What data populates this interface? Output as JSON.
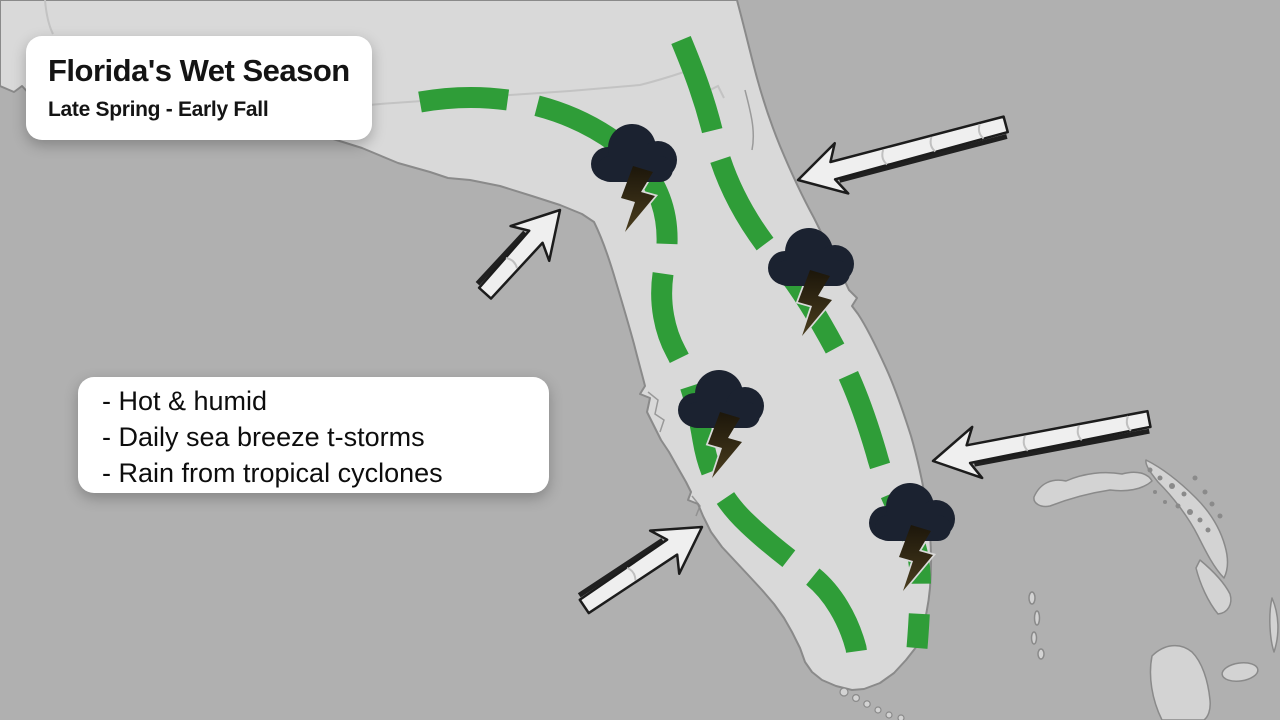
{
  "title_card": {
    "title": "Florida's Wet Season",
    "subtitle": "Late Spring - Early Fall"
  },
  "info_card": {
    "bullets": [
      "- Hot & humid",
      "- Daily sea breeze t-storms",
      "- Rain from tropical cyclones"
    ]
  },
  "colors": {
    "water": "#b0b0b0",
    "land": "#d9d9d9",
    "islands": "#d3d3d3",
    "coastline": "#8a8a8a",
    "border_line": "#c3c3c3",
    "sea_breeze_front": "#2f9d38",
    "storm_cloud": "#1b2230",
    "lightning_top": "#1c160a",
    "lightning_bottom": "#4a3d1e",
    "lightning_halo": "#d9d9d9",
    "arrow_fill": "#efefef",
    "arrow_outline": "#1c1c1c",
    "arrow_shadow": "#202020"
  }
}
